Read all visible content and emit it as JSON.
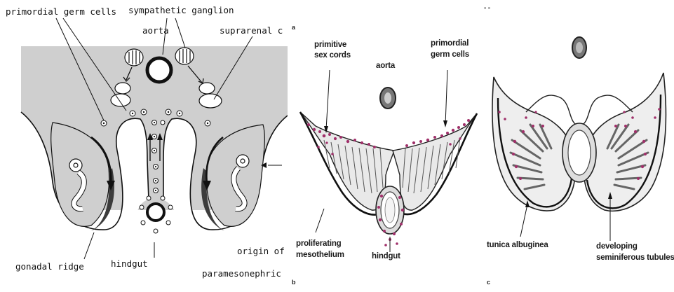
{
  "panel_a": {
    "labels": {
      "primordial_germ_cells": "primordial germ cells",
      "sympathetic_ganglion": "sympathetic ganglion",
      "aorta": "aorta",
      "suprarenal": "suprarenal c",
      "gonadal_ridge": "gonadal ridge",
      "hindgut": "hindgut",
      "origin_of": "origin of",
      "paramesonephric": "paramesonephric"
    }
  },
  "panel_b": {
    "corner_mark": "a",
    "bottom_mark": "b",
    "labels": {
      "primitive_sex_cords_1": "primitive",
      "primitive_sex_cords_2": "sex cords",
      "aorta": "aorta",
      "primordial_germ_cells_1": "primordial",
      "primordial_germ_cells_2": "germ cells",
      "proliferating_1": "proliferating",
      "proliferating_2": "mesothelium",
      "hindgut": "hindgut"
    }
  },
  "panel_c": {
    "corner_mark": "- -",
    "bottom_mark": "c",
    "labels": {
      "tunica_albuginea": "tunica albuginea",
      "developing_1": "developing",
      "developing_2": "seminiferous tubules"
    }
  },
  "colors": {
    "grey_bg": "#cfcfcf",
    "dark_ridge": "#3c3c3c",
    "germ_dot": "#a0306a",
    "tissue": "#e9e9e9"
  }
}
